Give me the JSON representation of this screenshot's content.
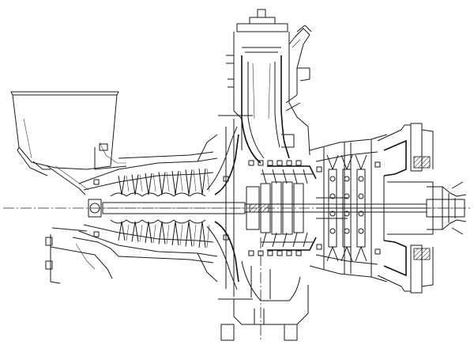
{
  "drawing": {
    "kind": "turboshaft-gas-turbine-cross-section",
    "line_color": "#1a1a1a",
    "background": "#ffffff",
    "components": [
      "inlet-hopper",
      "axial-compressor",
      "centrifugal-compressor",
      "combustor-can",
      "gas-generator-turbine",
      "power-turbine",
      "exhaust-duct",
      "output-shaft"
    ],
    "compressor_stage_count": 7,
    "power_turbine_disc_count": 3
  }
}
